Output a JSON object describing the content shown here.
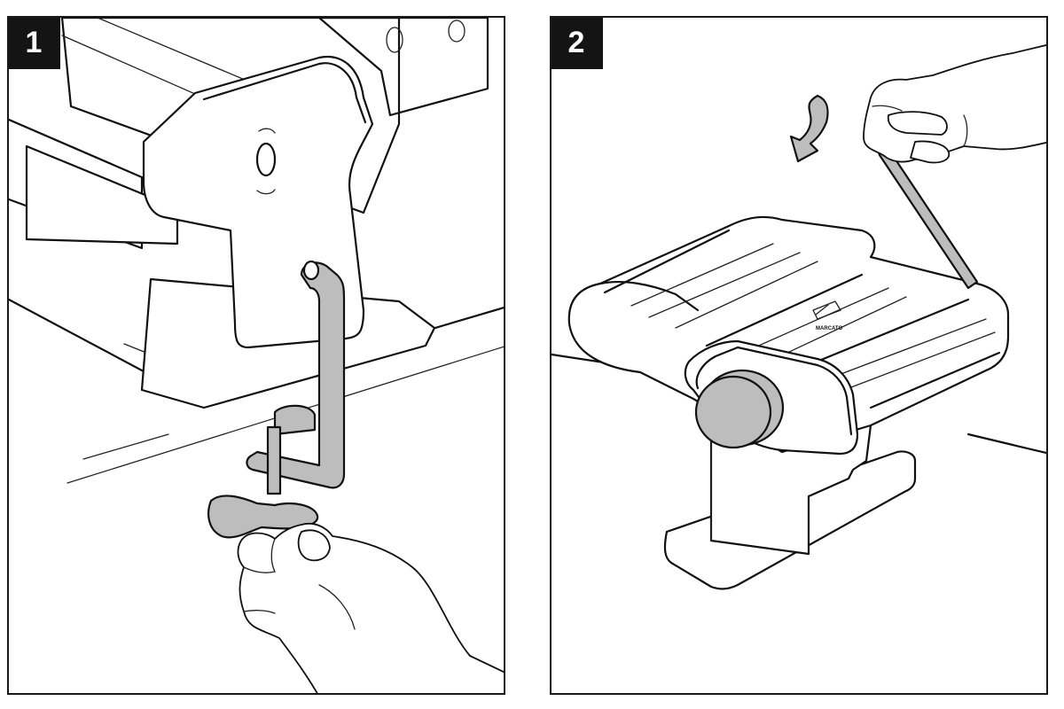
{
  "panels": [
    {
      "step_label": "1"
    },
    {
      "step_label": "2",
      "brand_mark": "MARCATO"
    }
  ]
}
